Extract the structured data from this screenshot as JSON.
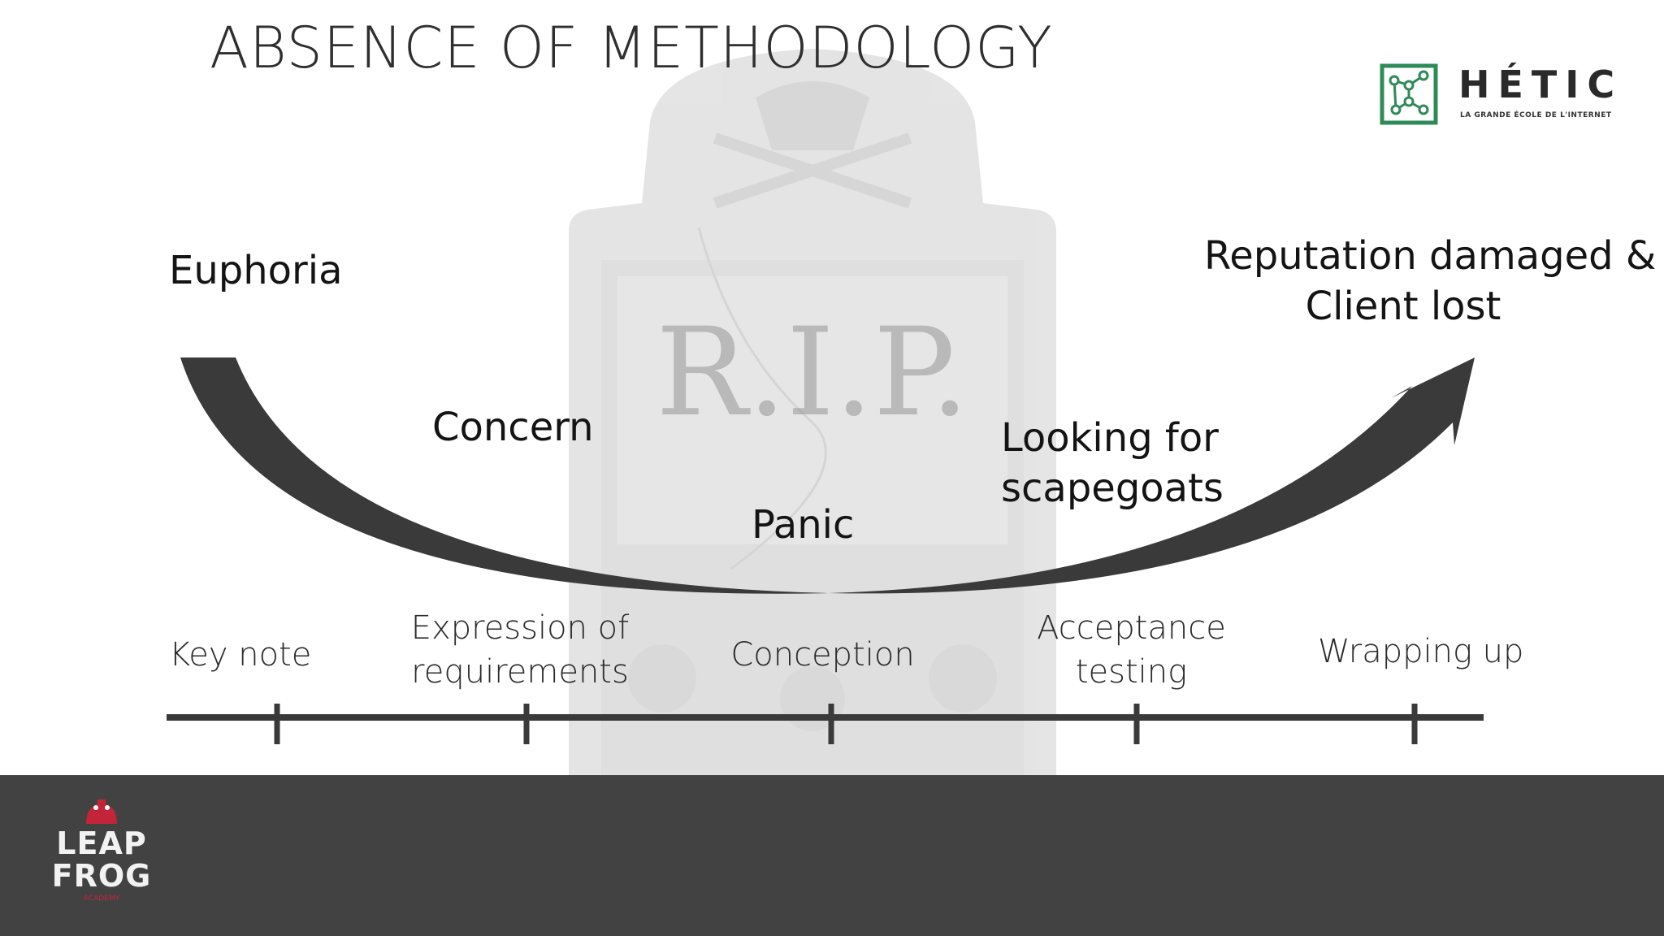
{
  "slide": {
    "title": "ABSENCE OF METHODOLOGY",
    "background_image": "tombstone-rip",
    "tombstone_text": "R.I.P."
  },
  "emotions": [
    {
      "id": "euphoria",
      "lines": [
        "Euphoria"
      ]
    },
    {
      "id": "concern",
      "lines": [
        "Concern"
      ]
    },
    {
      "id": "panic",
      "lines": [
        "Panic"
      ]
    },
    {
      "id": "scapegoats",
      "lines": [
        "Looking for",
        "scapegoats"
      ]
    },
    {
      "id": "reputation",
      "lines": [
        "Reputation damaged &",
        "Client lost"
      ]
    }
  ],
  "phases": [
    {
      "id": "key-note",
      "lines": [
        "Key note"
      ]
    },
    {
      "id": "expression",
      "lines": [
        "Expression of",
        "requirements"
      ]
    },
    {
      "id": "conception",
      "lines": [
        "Conception"
      ]
    },
    {
      "id": "acceptance",
      "lines": [
        "Acceptance",
        "testing"
      ]
    },
    {
      "id": "wrapping",
      "lines": [
        "Wrapping up"
      ]
    }
  ],
  "logos": {
    "hetic": {
      "name": "HÉTIC",
      "tagline": "LA GRANDE ÉCOLE DE L'INTERNET",
      "icon": "network-nodes-icon"
    },
    "leapfrog": {
      "name_lines": [
        "LEAP",
        "FROG"
      ],
      "tagline": "ACADEMY",
      "icon": "frog-icon"
    }
  },
  "colors": {
    "arrow": "#3a3a3a",
    "timeline": "#3a3a3a",
    "footer": "#434243",
    "hetic_green": "#2e8b57",
    "leapfrog_red": "#c4243a"
  }
}
